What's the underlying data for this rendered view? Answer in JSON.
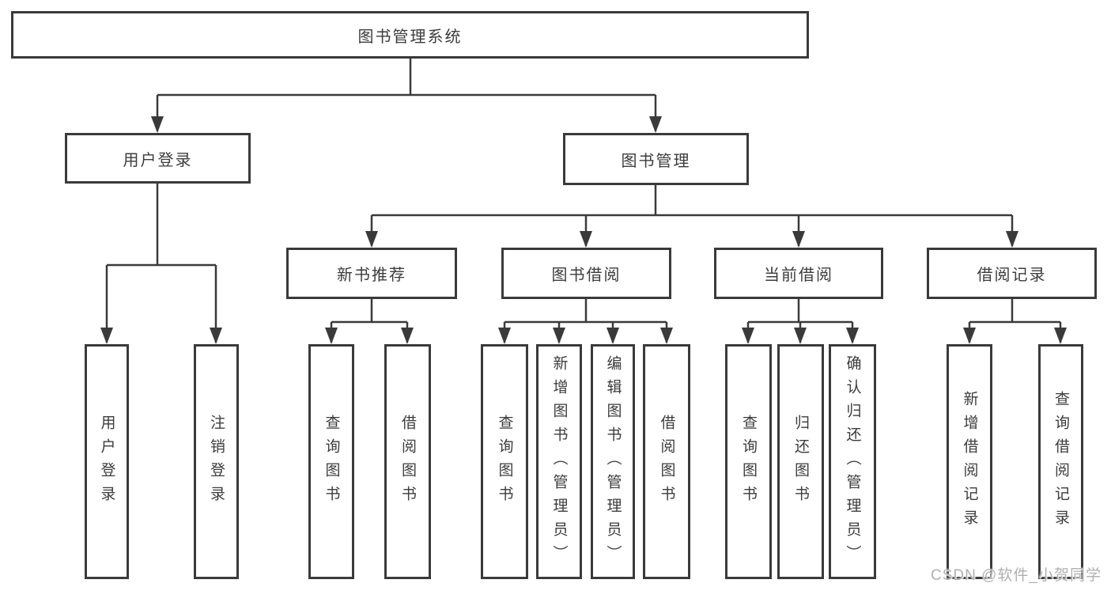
{
  "diagram": {
    "type": "functional-structure-tree",
    "tree": {
      "label": "图书管理系统",
      "children": [
        {
          "label": "用户登录",
          "children": [
            {
              "label": "用户登录"
            },
            {
              "label": "注销登录"
            }
          ]
        },
        {
          "label": "图书管理",
          "children": [
            {
              "label": "新书推荐",
              "children": [
                {
                  "label": "查询图书"
                },
                {
                  "label": "借阅图书"
                }
              ]
            },
            {
              "label": "图书借阅",
              "children": [
                {
                  "label": "查询图书"
                },
                {
                  "label": "新增图书（管理员）"
                },
                {
                  "label": "编辑图书（管理员）"
                },
                {
                  "label": "借阅图书"
                }
              ]
            },
            {
              "label": "当前借阅",
              "children": [
                {
                  "label": "查询图书"
                },
                {
                  "label": "归还图书"
                },
                {
                  "label": "确认归还（管理员）"
                }
              ]
            },
            {
              "label": "借阅记录",
              "children": [
                {
                  "label": "新增借阅记录"
                },
                {
                  "label": "查询借阅记录"
                }
              ]
            }
          ]
        }
      ]
    },
    "colors": {
      "line": "#3a3a3a",
      "text": "#3c3c3c",
      "box_background": "#ffffff",
      "page_background": "#ffffff",
      "watermark": "#b0b0b0"
    }
  },
  "watermark": {
    "text": "CSDN @软件_小贺同学"
  }
}
